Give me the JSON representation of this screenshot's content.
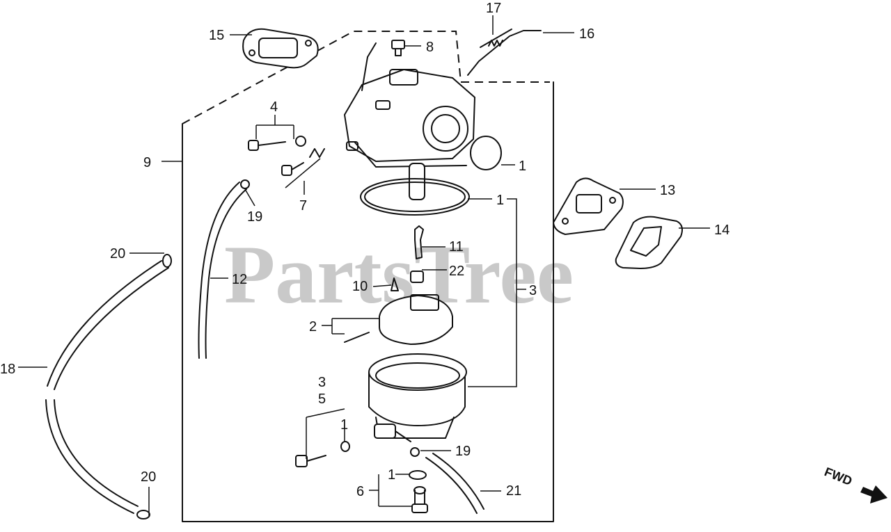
{
  "watermark": "PartsTree",
  "direction_label": "FWD",
  "callouts": {
    "c1_top": "1",
    "c1_mid": "1",
    "c1_low": "1",
    "c1_bottom": "1",
    "c2": "2",
    "c3_right": "3",
    "c3_left": "3",
    "c4": "4",
    "c5": "5",
    "c6": "6",
    "c7": "7",
    "c8": "8",
    "c9": "9",
    "c10": "10",
    "c11": "11",
    "c12": "12",
    "c13": "13",
    "c14": "14",
    "c15": "15",
    "c16": "16",
    "c17": "17",
    "c18": "18",
    "c19_top": "19",
    "c19_bottom": "19",
    "c20_top": "20",
    "c20_bottom": "20",
    "c21": "21",
    "c22": "22"
  }
}
